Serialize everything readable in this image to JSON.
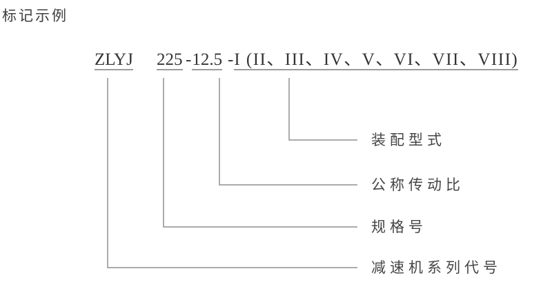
{
  "title": "标记示例",
  "designation": {
    "series_code": "ZLYJ",
    "size_code": "225",
    "dash1": "-",
    "ratio": "12.5",
    "dash2": "-",
    "assembly_codes": "I (II、III、IV、V、VI、VII、VIII)"
  },
  "callouts": [
    {
      "id": "assembly-type",
      "label": "装配型式"
    },
    {
      "id": "nominal-ratio",
      "label": "公称传动比"
    },
    {
      "id": "size-number",
      "label": "规格号"
    },
    {
      "id": "series-code",
      "label": "减速机系列代号"
    }
  ],
  "colors": {
    "background": "#ffffff",
    "designation_text": "#333333",
    "label_text": "#454545",
    "connector_line": "#8f8f8f",
    "underline": "#9b9b9b"
  }
}
